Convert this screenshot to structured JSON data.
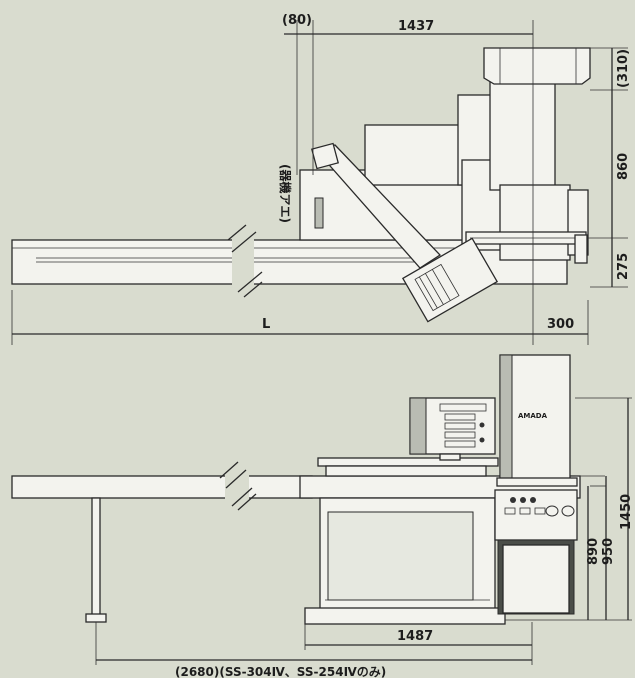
{
  "dimensions": {
    "top_offset": "(80)",
    "top_length": "1437",
    "right_head": "(310)",
    "right_column": "860",
    "right_base": "275",
    "total_length_label": "L",
    "overhang": "300",
    "height_total": "1450",
    "height_table": "950",
    "height_table2": "890",
    "base_width": "1487",
    "bottom_note": "(2680)(SS-304Ⅳ、SS-254Ⅳのみ)"
  },
  "labels": {
    "side_label": "(器機アエ)",
    "brand": "AMADA"
  }
}
